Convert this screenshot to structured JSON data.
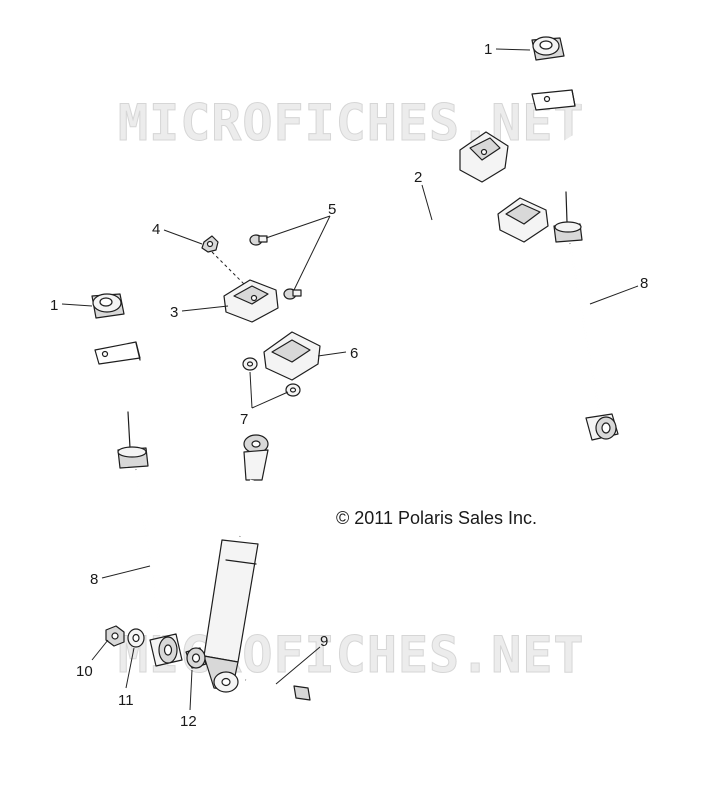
{
  "watermarks": [
    "MICROFICHES.NET",
    "MICROFICHES.NET"
  ],
  "copyright": "© 2011 Polaris Sales Inc.",
  "callouts": [
    {
      "id": "c1a",
      "label": "1"
    },
    {
      "id": "c1b",
      "label": "1"
    },
    {
      "id": "c2",
      "label": "2"
    },
    {
      "id": "c3",
      "label": "3"
    },
    {
      "id": "c4",
      "label": "4"
    },
    {
      "id": "c5",
      "label": "5"
    },
    {
      "id": "c6",
      "label": "6"
    },
    {
      "id": "c7",
      "label": "7"
    },
    {
      "id": "c8a",
      "label": "8"
    },
    {
      "id": "c8b",
      "label": "8"
    },
    {
      "id": "c9",
      "label": "9"
    },
    {
      "id": "c10",
      "label": "10"
    },
    {
      "id": "c11",
      "label": "11"
    },
    {
      "id": "c12",
      "label": "12"
    }
  ]
}
